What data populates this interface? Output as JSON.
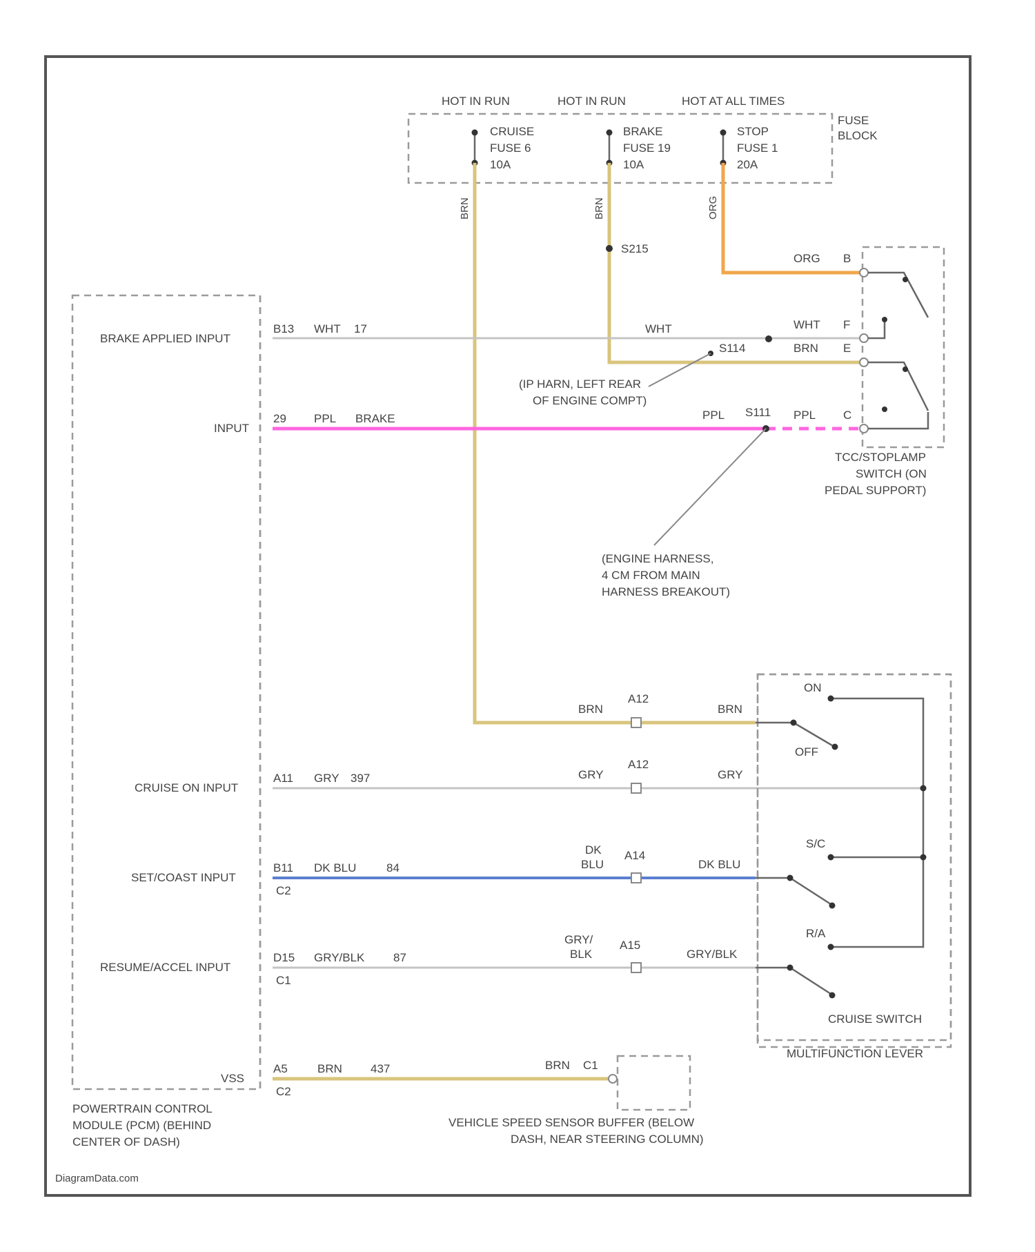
{
  "power": {
    "hot_run_1": "HOT IN RUN",
    "hot_run_2": "HOT IN RUN",
    "hot_all": "HOT AT ALL TIMES",
    "fuse_block": [
      "FUSE",
      "BLOCK"
    ],
    "fuse_cruise": [
      "CRUISE",
      "FUSE 6",
      "10A"
    ],
    "fuse_brake": [
      "BRAKE",
      "FUSE 19",
      "10A"
    ],
    "fuse_stop": [
      "STOP",
      "FUSE 1",
      "20A"
    ]
  },
  "wires": {
    "brn_1": "BRN",
    "brn_2": "BRN",
    "org_1": "ORG",
    "s215": "S215",
    "org_b": "ORG",
    "pin_b": "B",
    "wht_1": "WHT",
    "wht_2": "WHT",
    "pin_f": "F",
    "s114": "S114",
    "brn_3": "BRN",
    "pin_e": "E",
    "ppl_1": "PPL",
    "s111": "S111",
    "ppl_2": "PPL",
    "pin_c": "C",
    "brn_4": "BRN",
    "a12_1": "A12",
    "brn_5": "BRN",
    "gry_1": "GRY",
    "a12_2": "A12",
    "gry_2": "GRY",
    "dk_blu_1": [
      "DK",
      "BLU"
    ],
    "a14": "A14",
    "dk_blu_2": "DK BLU",
    "gry_blk_1": [
      "GRY/",
      "BLK"
    ],
    "a15": "A15",
    "gry_blk_2": "GRY/BLK",
    "brn_6": "BRN",
    "pin_c1": "C1"
  },
  "pcm": {
    "inputs": [
      {
        "label": "BRAKE APPLIED INPUT",
        "pin": "B13",
        "wire": "WHT",
        "num": "17"
      },
      {
        "label": "INPUT",
        "pin": "29",
        "wire": "PPL",
        "num": "BRAKE"
      },
      {
        "label": "CRUISE ON INPUT",
        "pin": "A11",
        "wire": "GRY",
        "num": "397"
      },
      {
        "label": "SET/COAST INPUT",
        "pin": "B11",
        "wire": "DK BLU",
        "num": "84",
        "sub": "C2"
      },
      {
        "label": "RESUME/ACCEL INPUT",
        "pin": "D15",
        "wire": "GRY/BLK",
        "num": "87",
        "sub": "C1"
      },
      {
        "label": "VSS",
        "pin": "A5",
        "wire": "BRN",
        "num": "437",
        "sub": "C2"
      }
    ],
    "name": [
      "POWERTRAIN CONTROL",
      "MODULE (PCM) (BEHIND",
      "CENTER OF DASH)"
    ]
  },
  "notes": {
    "s114_note": [
      "(IP HARN, LEFT REAR",
      "OF ENGINE COMPT)"
    ],
    "s111_note": [
      "(ENGINE HARNESS,",
      "4 CM FROM MAIN",
      "HARNESS BREAKOUT)"
    ]
  },
  "stoplamp": {
    "name": [
      "TCC/STOPLAMP",
      "SWITCH (ON",
      "PEDAL SUPPORT)"
    ]
  },
  "cruise_switch": {
    "on": "ON",
    "off": "OFF",
    "sc": "S/C",
    "ra": "R/A",
    "name": "CRUISE SWITCH",
    "lever": "MULTIFUNCTION LEVER"
  },
  "vss_buffer": {
    "name": [
      "VEHICLE SPEED SENSOR BUFFER (BELOW",
      "DASH, NEAR STEERING COLUMN)"
    ]
  },
  "footer": "DiagramData.com"
}
